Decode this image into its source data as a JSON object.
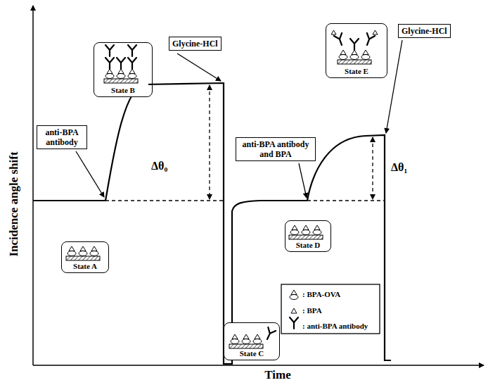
{
  "diagram": {
    "nodes": [
      {
        "text": [
          "State B"
        ]
      },
      {
        "text": [
          "Glycine-HCl"
        ]
      },
      {
        "text": [
          "anti-BPA antibody"
        ]
      },
      {
        "text": [
          "State A"
        ]
      },
      {
        "text": [
          "State E"
        ]
      },
      {
        "text": [
          "Glycine-HCl"
        ]
      },
      {
        "text": [
          "anti-BPA antibody and BPA"
        ]
      },
      {
        "text": [
          "State D"
        ]
      },
      {
        "text": [
          "State C"
        ]
      }
    ],
    "labels": [
      "Incidence angle shift",
      "Δθ₀",
      "Δθ₁",
      "Time"
    ],
    "legend": [
      {
        "text": ": BPA-OVA"
      },
      {
        "text": ": BPA"
      },
      {
        "text": ": anti-BPA antibody"
      }
    ]
  }
}
